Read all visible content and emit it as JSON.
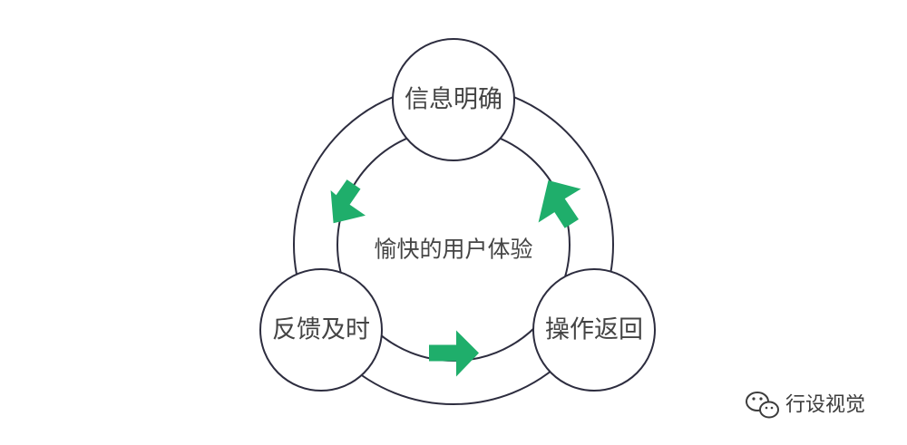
{
  "diagram": {
    "center_label": "愉快的用户体验",
    "nodes": [
      {
        "id": "top",
        "label": "信息明确"
      },
      {
        "id": "right",
        "label": "操作返回"
      },
      {
        "id": "left",
        "label": "反馈及时"
      }
    ],
    "flow": [
      {
        "from": "信息明确",
        "to": "反馈及时"
      },
      {
        "from": "反馈及时",
        "to": "操作返回"
      },
      {
        "from": "操作返回",
        "to": "信息明确"
      }
    ],
    "colors": {
      "ring_stroke": "#2d2d3f",
      "arrow": "#1fae6b",
      "text": "#444444"
    }
  },
  "watermark": {
    "text": "行设视觉",
    "icon": "wechat-icon"
  }
}
